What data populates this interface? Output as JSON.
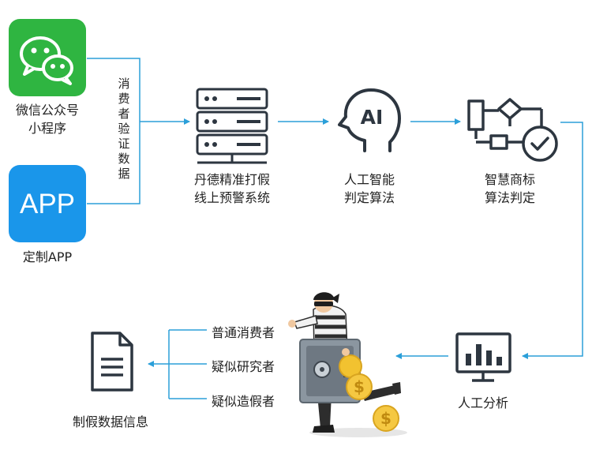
{
  "sources": {
    "wechat": {
      "line1": "微信公众号",
      "line2": "小程序",
      "color": "#2fb541"
    },
    "app": {
      "tile_text": "APP",
      "label": "定制APP",
      "color": "#1a96ea"
    }
  },
  "connector_label": "消费者验证数据",
  "steps": [
    {
      "line1": "丹德精准打假",
      "line2": "线上预警系统",
      "icon": "server-icon"
    },
    {
      "line1": "人工智能",
      "line2": "判定算法",
      "icon": "ai-head-icon",
      "icon_text": "AI"
    },
    {
      "line1": "智慧商标",
      "line2": "算法判定",
      "icon": "flowchart-check-icon"
    }
  ],
  "analysis": {
    "label": "人工分析",
    "icon": "monitor-chart-icon"
  },
  "categories": [
    "普通消费者",
    "疑似研究者",
    "疑似造假者"
  ],
  "output": {
    "label": "制假数据信息",
    "icon": "document-icon"
  },
  "colors": {
    "arrow": "#2b9fd9",
    "icon_stroke": "#2d3640"
  }
}
